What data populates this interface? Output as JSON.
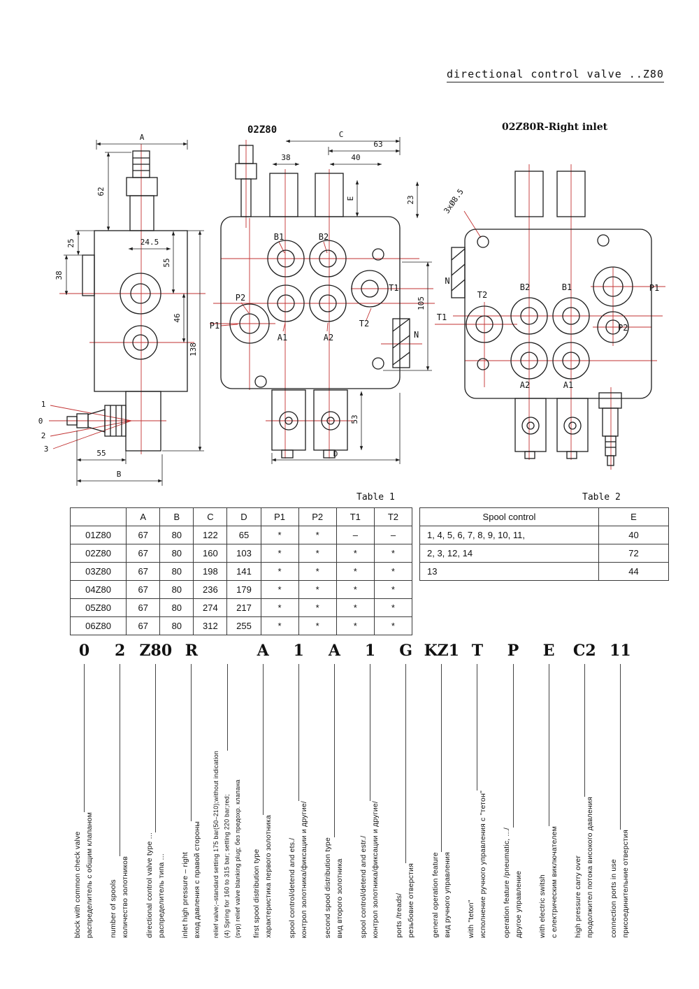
{
  "page": {
    "title": "directional control valve ..Z80"
  },
  "drawings": {
    "side_view": {
      "dim_a": "A",
      "dim_62": "62",
      "dim_25": "25",
      "dim_38": "38",
      "dim_24_5": "24.5",
      "dim_55_top": "55",
      "dim_46": "46",
      "dim_138": "138",
      "dim_55_bottom": "55",
      "dim_b": "B",
      "pos_1": "1",
      "pos_0": "0",
      "pos_2": "2",
      "pos_3": "3"
    },
    "front_view": {
      "title": "02Z80",
      "dim_c": "C",
      "dim_63": "63",
      "dim_38": "38",
      "dim_40": "40",
      "dim_23": "23",
      "dim_e": "E",
      "dim_105": "105",
      "dim_53": "53",
      "dim_d": "D",
      "port_b1": "B1",
      "port_b2": "B2",
      "port_p1": "P1",
      "port_p2": "P2",
      "port_a1": "A1",
      "port_a2": "A2",
      "port_t1": "T1",
      "port_t2": "T2",
      "port_n": "N"
    },
    "right_view": {
      "title": "02Z80R-Right inlet",
      "dim_holes": "3xØ8.5",
      "port_n": "N",
      "port_t1": "T1",
      "port_t2": "T2",
      "port_b1": "B1",
      "port_b2": "B2",
      "port_p1": "P1",
      "port_p2": "P2",
      "port_a1": "A1",
      "port_a2": "A2"
    }
  },
  "table1": {
    "caption": "Table 1",
    "headers": [
      "",
      "A",
      "B",
      "C",
      "D",
      "P1",
      "P2",
      "T1",
      "T2"
    ],
    "rows": [
      [
        "01Z80",
        "67",
        "80",
        "122",
        "65",
        "*",
        "*",
        "–",
        "–"
      ],
      [
        "02Z80",
        "67",
        "80",
        "160",
        "103",
        "*",
        "*",
        "*",
        "*"
      ],
      [
        "03Z80",
        "67",
        "80",
        "198",
        "141",
        "*",
        "*",
        "*",
        "*"
      ],
      [
        "04Z80",
        "67",
        "80",
        "236",
        "179",
        "*",
        "*",
        "*",
        "*"
      ],
      [
        "05Z80",
        "67",
        "80",
        "274",
        "217",
        "*",
        "*",
        "*",
        "*"
      ],
      [
        "06Z80",
        "67",
        "80",
        "312",
        "255",
        "*",
        "*",
        "*",
        "*"
      ]
    ]
  },
  "table2": {
    "caption": "Table 2",
    "headers": [
      "Spool control",
      "E"
    ],
    "rows": [
      [
        "1, 4, 5, 6, 7, 8, 9, 10, 11,",
        "40"
      ],
      [
        "2, 3, 12, 14",
        "72"
      ],
      [
        "13",
        "44"
      ]
    ]
  },
  "ordering": {
    "codes": [
      {
        "code": "0",
        "lines": [
          "block with common check valve",
          "распределитель с общим клапаном"
        ]
      },
      {
        "code": "2",
        "lines": [
          "number of spools",
          "количество золотников"
        ]
      },
      {
        "code": "Z80",
        "lines": [
          "directional control valve type ...",
          "распределитель типа ..."
        ]
      },
      {
        "code": "R",
        "lines": [
          "inlet high pressure – right",
          "вход давления с правой стороны"
        ]
      },
      {
        "code": "",
        "small": true,
        "lines": [
          "relief valve;–standard setting 175 bar(50–210);without indication",
          "(4) Spring for 160 to 315 bar;  setting 220 bar;red;",
          "(svp) relief valve blanking plug;  без предохр. клапана"
        ]
      },
      {
        "code": "A",
        "lines": [
          "first spool distribution type",
          "характеристика первого золотника"
        ]
      },
      {
        "code": "1",
        "lines": [
          "spool control/detend and ets./",
          "контрол золотника/фиксации и другие/"
        ]
      },
      {
        "code": "A",
        "lines": [
          "second spool distribution type",
          "вид второго золотника"
        ]
      },
      {
        "code": "1",
        "lines": [
          "spool control/detend and estr./",
          "контрол золотника/фиксации и другие/"
        ]
      },
      {
        "code": "G",
        "lines": [
          "ports /treads/",
          "резьбовие отверстия"
        ]
      },
      {
        "code": "KZ1",
        "lines": [
          "general operation feature",
          "вид ручного управления"
        ]
      },
      {
        "code": "T",
        "lines": [
          "with \"teton\"",
          "исполнение ручного управления с \"тетон\""
        ]
      },
      {
        "code": "P",
        "lines": [
          "operation feature /pneumatic, .../",
          "другое управление"
        ]
      },
      {
        "code": "E",
        "lines": [
          "with electric switsh",
          "с електрическим виключателем"
        ]
      },
      {
        "code": "C2",
        "lines": [
          "high pressure carry over",
          "продолжител потока високого давления"
        ]
      },
      {
        "code": "11",
        "lines": [
          "connection ports in use",
          "присоединительние отверстия"
        ]
      }
    ]
  }
}
